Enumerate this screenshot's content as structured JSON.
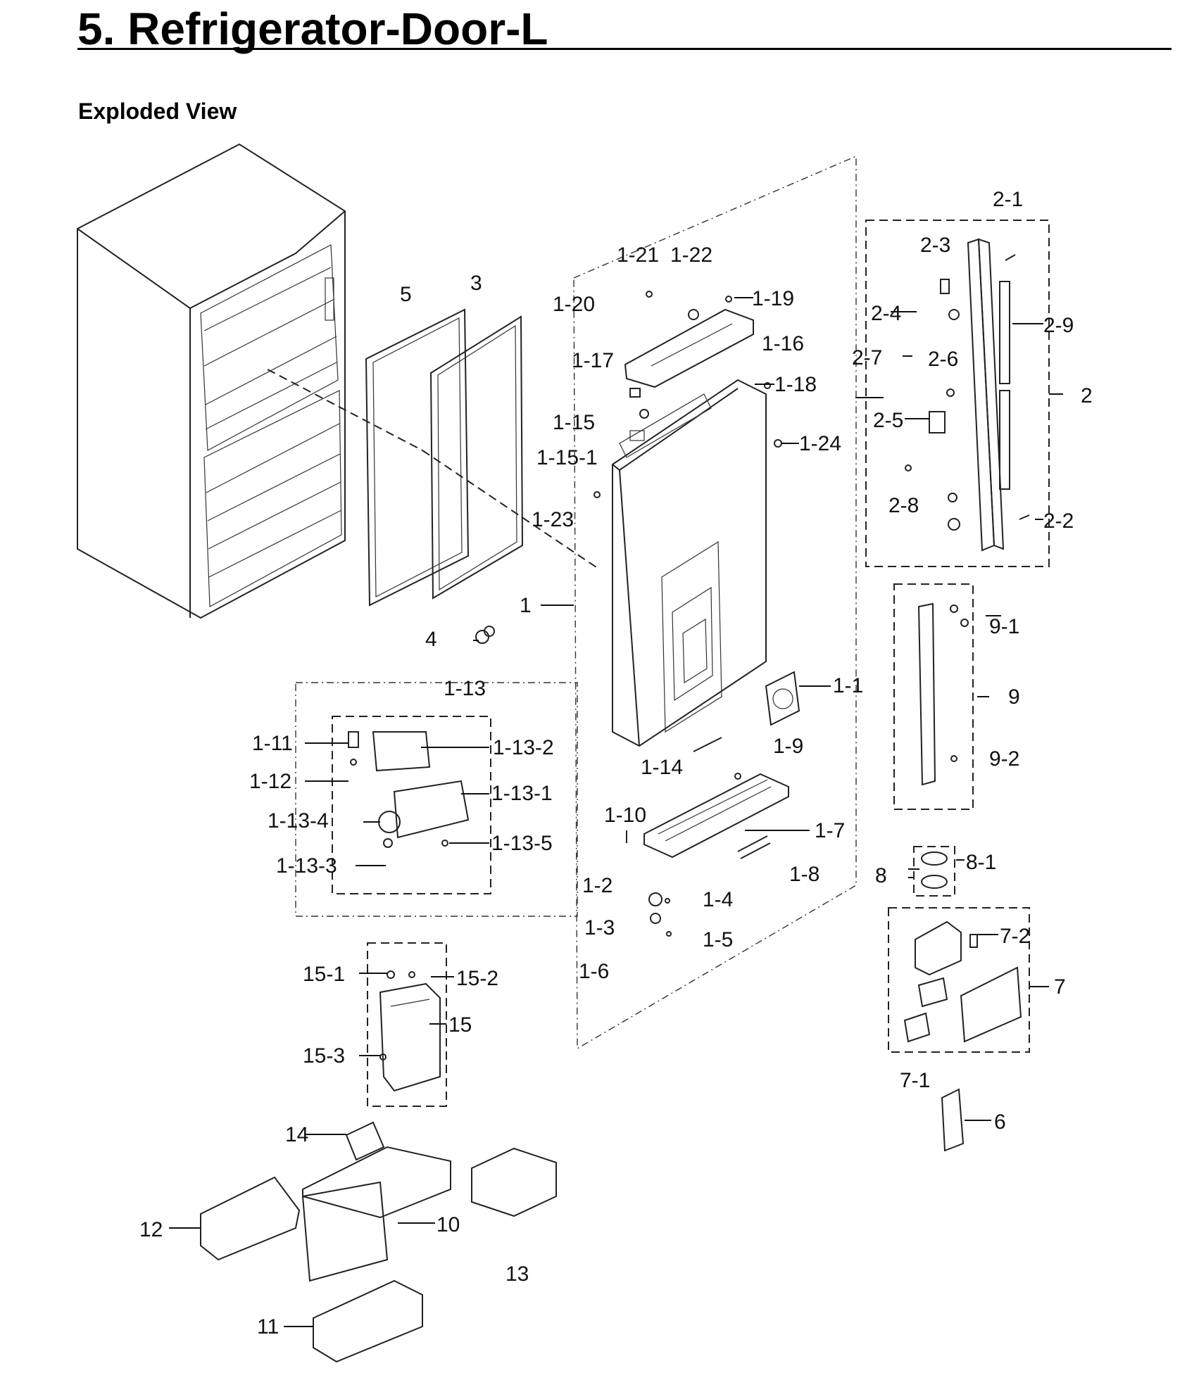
{
  "page": {
    "title": "5.  Refrigerator-Door-L",
    "subtitle": "Exploded View"
  },
  "labels": {
    "p1": "1",
    "p1_1": "1-1",
    "p1_2": "1-2",
    "p1_3": "1-3",
    "p1_4": "1-4",
    "p1_5": "1-5",
    "p1_6": "1-6",
    "p1_7": "1-7",
    "p1_8": "1-8",
    "p1_9": "1-9",
    "p1_10": "1-10",
    "p1_11": "1-11",
    "p1_12": "1-12",
    "p1_13": "1-13",
    "p1_13_1": "1-13-1",
    "p1_13_2": "1-13-2",
    "p1_13_3": "1-13-3",
    "p1_13_4": "1-13-4",
    "p1_13_5": "1-13-5",
    "p1_14": "1-14",
    "p1_15": "1-15",
    "p1_15_1": "1-15-1",
    "p1_16": "1-16",
    "p1_17": "1-17",
    "p1_18": "1-18",
    "p1_19": "1-19",
    "p1_20": "1-20",
    "p1_21": "1-21",
    "p1_22": "1-22",
    "p1_23": "1-23",
    "p1_24": "1-24",
    "p2": "2",
    "p2_1": "2-1",
    "p2_2": "2-2",
    "p2_3": "2-3",
    "p2_4": "2-4",
    "p2_5": "2-5",
    "p2_6": "2-6",
    "p2_7": "2-7",
    "p2_8": "2-8",
    "p2_9": "2-9",
    "p3": "3",
    "p4": "4",
    "p5": "5",
    "p6": "6",
    "p7": "7",
    "p7_1": "7-1",
    "p7_2": "7-2",
    "p8": "8",
    "p8_1": "8-1",
    "p9": "9",
    "p9_1": "9-1",
    "p9_2": "9-2",
    "p10": "10",
    "p11": "11",
    "p12": "12",
    "p13": "13",
    "p14": "14",
    "p15": "15",
    "p15_1": "15-1",
    "p15_2": "15-2",
    "p15_3": "15-3"
  }
}
